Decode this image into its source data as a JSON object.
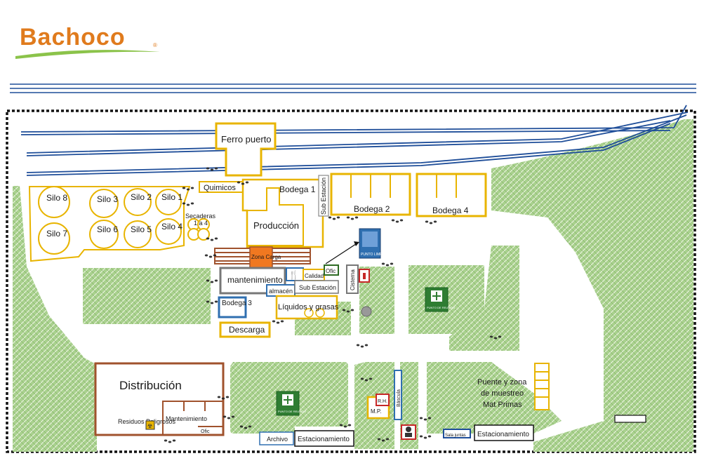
{
  "brand": {
    "name": "Bachoco",
    "mark": "®",
    "color": "#e07b1d",
    "swoosh": "#8bc34a"
  },
  "colors": {
    "green_area": "#a5cc8d",
    "green_dark": "#2e6b24",
    "yellow": "#e8b400",
    "orange": "#f07820",
    "brown": "#a0522d",
    "blue": "#2f6fb0",
    "gray": "#555555",
    "red": "#c62828",
    "rail": "#1f4e99"
  },
  "labels": {
    "ferro_puerto": "Ferro puerto",
    "quimicos": "Quimicos",
    "bodega1": "Bodega 1",
    "sub_estacion_v": "Sub Estación",
    "bodega2": "Bodega 2",
    "bodega4": "Bodega 4",
    "silo8": "Silo 8",
    "silo3": "Silo 3",
    "silo2": "Silo 2",
    "silo1": "Silo 1",
    "silo7": "Silo 7",
    "silo6": "Silo 6",
    "silo5": "Silo 5",
    "silo4": "Silo 4",
    "secadoras": "Secaderas 1 a 4",
    "produccion": "Producción",
    "zona_carga": "Zona Carga",
    "mantenimiento": "mantenimiento",
    "calidad": "Calidad",
    "ofic": "Ofic",
    "cisterna": "Cisterna",
    "almacen": "almacén",
    "sub_estacion": "Sub Estación",
    "bodega3": "Bodega 3",
    "liquidos": "Líquidos y grasas",
    "descarga": "Descarga",
    "distribucion": "Distribución",
    "residuos": "Residuos Peligrosos",
    "mantenimiento2": "Mantenimiento",
    "ofic2": "Ofic",
    "mp": "M.P.",
    "rh": "R.H.",
    "bascula": "Báscula",
    "archivo": "Archivo",
    "estacionamiento1": "Estacionamiento",
    "sala_juntas": "Sala juntas",
    "estacionamiento2": "Estacionamiento",
    "puente": "Puente y zona de muestreo Mat Primas",
    "punto_limpio": "PUNTO LIMPIO",
    "punto_reunion": "PUNTO DE REUNIÓN"
  },
  "icons": [
    "punto-limpio-icon",
    "meeting-point-icon",
    "dining-icon",
    "fire-extinguisher-icon",
    "hazard-icon",
    "guard-icon",
    "tree-icon",
    "footprints-icon"
  ]
}
